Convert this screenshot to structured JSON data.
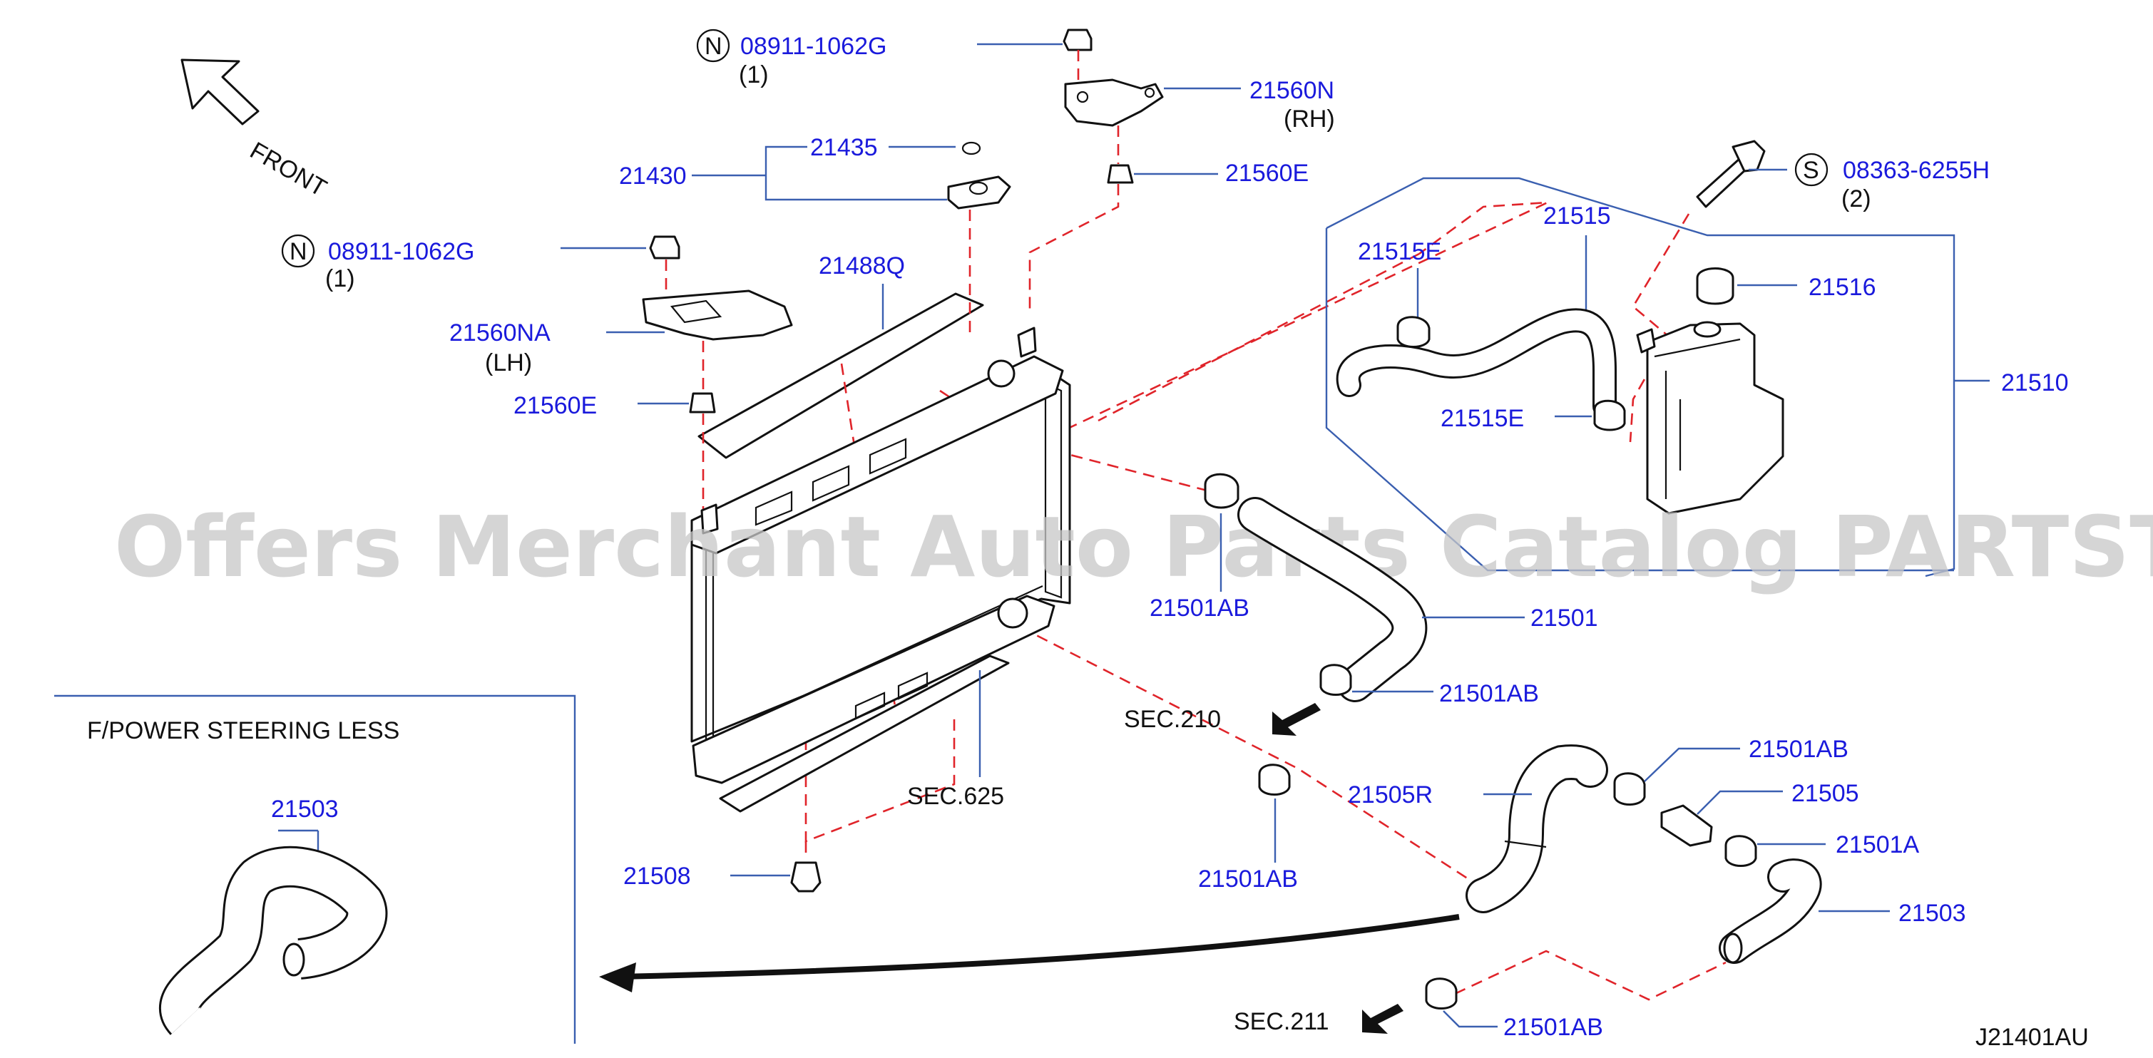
{
  "front_label": "FRONT",
  "watermark": "Offers Merchant Auto Parts Catalog PARTSTORE.SA",
  "diagram_code": "J21401AU",
  "inset_title": "F/POWER  STEERING  LESS",
  "inset_part": "21503",
  "callouts": {
    "nut_top": {
      "badge": "N",
      "number": "08911-1062G",
      "qty": "(1)"
    },
    "nut_left": {
      "badge": "N",
      "number": "08911-1062G",
      "qty": "(1)"
    },
    "bolt": {
      "badge": "S",
      "number": "08363-6255H",
      "qty": "(2)"
    },
    "p21560N": "21560N",
    "p21560N_side": "(RH)",
    "p21560E_top": "21560E",
    "p21435": "21435",
    "p21430": "21430",
    "p21488Q": "21488Q",
    "p21560NA": "21560NA",
    "p21560NA_side": "(LH)",
    "p21560E_left": "21560E",
    "p21515": "21515",
    "p21515E_a": "21515E",
    "p21515E_b": "21515E",
    "p21516": "21516",
    "p21510": "21510",
    "p21501AB_1": "21501AB",
    "p21501": "21501",
    "p21501AB_2": "21501AB",
    "sec210": "SEC.210",
    "sec625": "SEC.625",
    "p21508": "21508",
    "p21505R": "21505R",
    "p21501AB_3": "21501AB",
    "p21501AB_4": "21501AB",
    "p21505": "21505",
    "p21501A": "21501A",
    "p21503": "21503",
    "sec211": "SEC.211",
    "p21501AB_5": "21501AB"
  },
  "colors": {
    "part_number": "#1a1adc",
    "leader": "#3a5fb0",
    "guide": "#e0242a",
    "watermark": "#c8c8c8"
  }
}
